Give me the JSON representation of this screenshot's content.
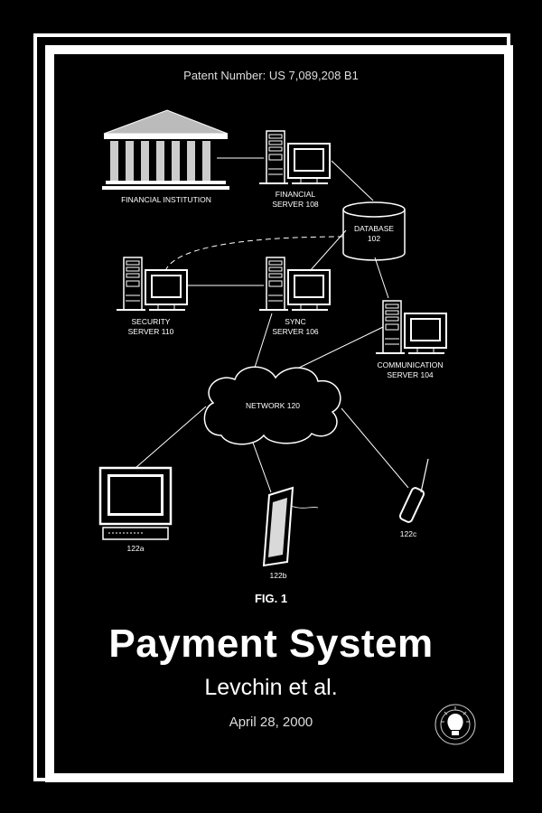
{
  "patent_number": "Patent Number: US 7,089,208 B1",
  "figure_label": "FIG. 1",
  "title": "Payment System",
  "authors": "Levchin et al.",
  "date": "April 28, 2000",
  "diagram": {
    "financial_institution": "FINANCIAL INSTITUTION",
    "financial_server": [
      "FINANCIAL",
      "SERVER 108"
    ],
    "database": [
      "DATABASE",
      "102"
    ],
    "security_server": [
      "SECURITY",
      "SERVER 110"
    ],
    "sync_server": [
      "SYNC",
      "SERVER 106"
    ],
    "communication_server": [
      "COMMUNICATION",
      "SERVER 104"
    ],
    "network": "NETWORK 120",
    "client_a": "122a",
    "client_b": "122b",
    "client_c": "122c"
  },
  "logo_icon": "lightbulb-seal-icon"
}
